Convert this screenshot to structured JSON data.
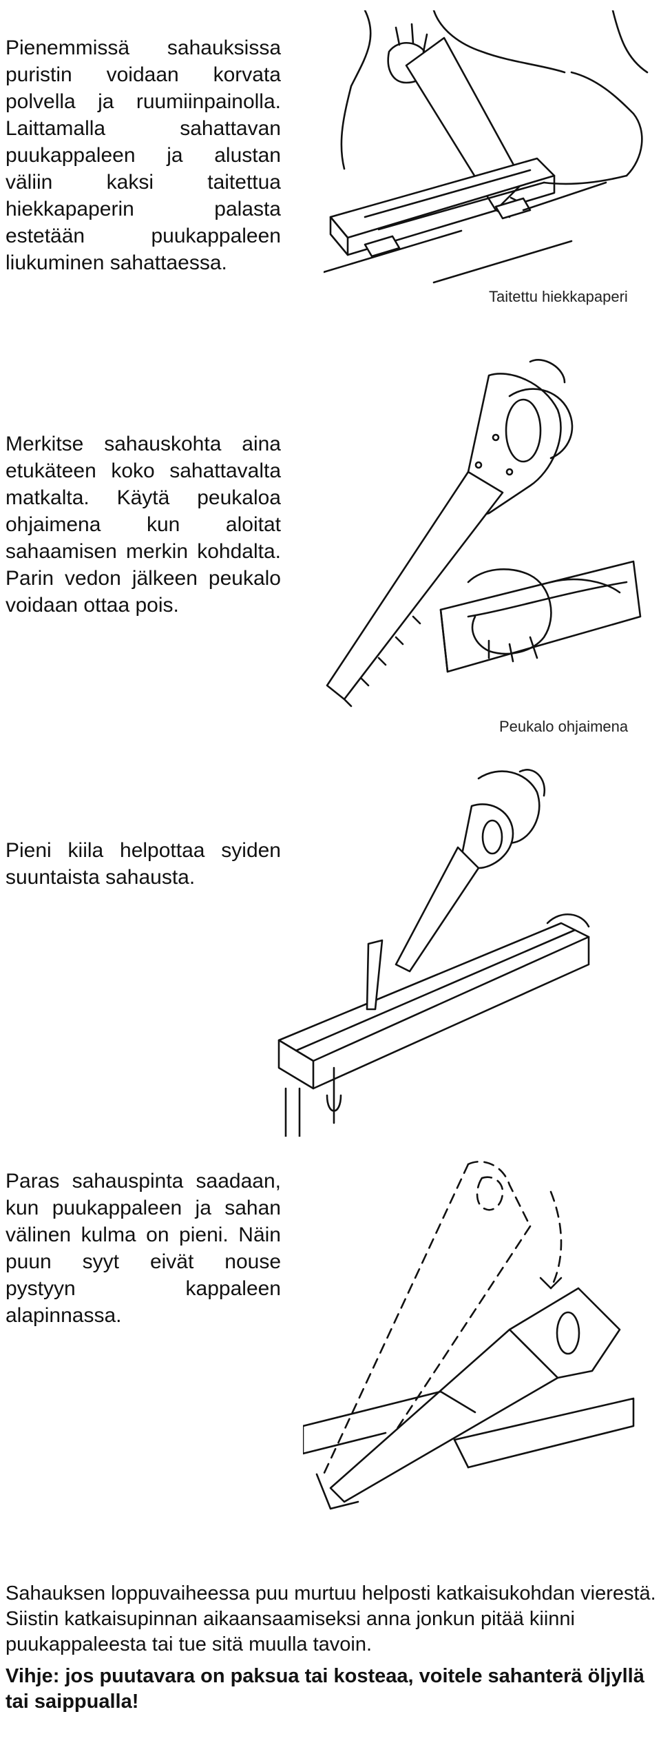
{
  "sections": [
    {
      "text": "Pienemmissä sahauksissa puristin voidaan korvata polvella ja ruumiinpainolla. Laittamalla sahattavan puukappaleen ja alustan väliin kaksi taitettua hiekkapaperin palasta estetään puukappaleen liukuminen sahattaessa.",
      "caption": "Taitettu hiekkapaperi"
    },
    {
      "text": "Merkitse sahauskohta aina etukäteen koko sahattavalta matkalta. Käytä peukaloa ohjaimena kun aloitat sahaamisen merkin kohdalta. Parin vedon jälkeen peukalo voidaan ottaa pois.",
      "caption": "Peukalo ohjaimena"
    },
    {
      "text": "Pieni kiila helpottaa syiden suuntaista sahausta."
    },
    {
      "text": "Paras sahauspinta saadaan, kun puukappaleen ja sahan välinen kulma on pieni. Näin puun syyt eivät nouse pystyyn kappaleen alapinnassa."
    }
  ],
  "footer": {
    "text": "Sahauksen loppuvaiheessa puu murtuu helposti katkaisukohdan vierestä. Siistin katkaisupinnan aikaansaamiseksi anna jonkun pitää kiinni puukappaleesta tai tue sitä muulla tavoin.",
    "tip": "Vihje: jos puutavara on paksua tai kosteaa, voitele sahanterä öljyllä tai saippualla!"
  },
  "illustrations": [
    {
      "icon": "knee-clamp-sawing-illustration"
    },
    {
      "icon": "thumb-guide-sawing-illustration"
    },
    {
      "icon": "wedge-rip-sawing-illustration"
    },
    {
      "icon": "saw-angle-illustration"
    }
  ]
}
